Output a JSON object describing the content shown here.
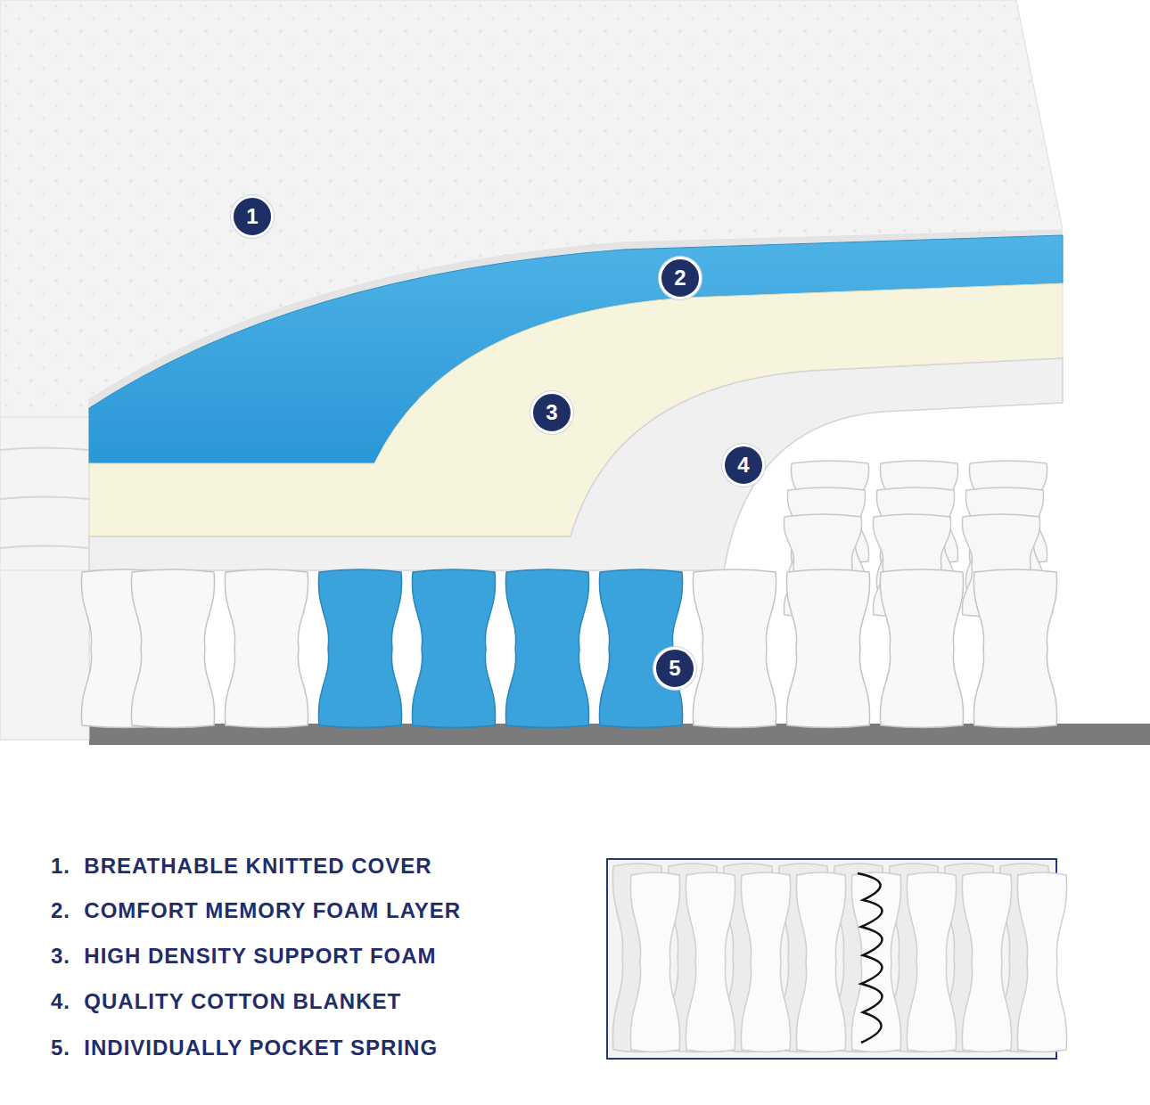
{
  "diagram": {
    "nodes": [
      {
        "text": [
          "1"
        ]
      },
      {
        "text": [
          "2"
        ]
      },
      {
        "text": [
          "3"
        ]
      },
      {
        "text": [
          "4"
        ]
      },
      {
        "text": [
          "5"
        ]
      }
    ],
    "labels": [
      "1.  BREATHABLE KNITTED COVER",
      "2.  COMFORT MEMORY FOAM LAYER",
      "3.  HIGH DENSITY SUPPORT FOAM",
      "4.  QUALITY COTTON BLANKET",
      "5.  INDIVIDUALLY POCKET SPRING"
    ]
  }
}
